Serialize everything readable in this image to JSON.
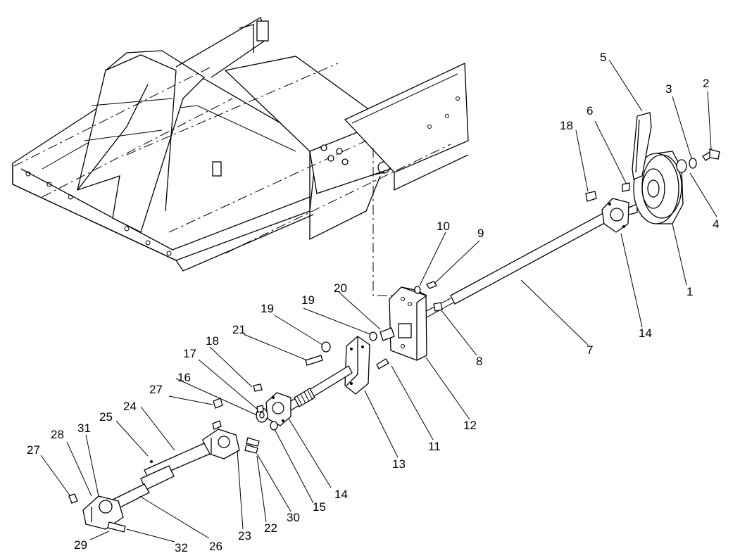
{
  "callouts": {
    "c1": "1",
    "c2": "2",
    "c3": "3",
    "c4": "4",
    "c5": "5",
    "c6": "6",
    "c7": "7",
    "c8": "8",
    "c9": "9",
    "c10": "10",
    "c11": "11",
    "c12": "12",
    "c13": "13",
    "c14a": "14",
    "c14b": "14",
    "c15": "15",
    "c16": "16",
    "c17": "17",
    "c18a": "18",
    "c18b": "18",
    "c19a": "19",
    "c19b": "19",
    "c20": "20",
    "c21": "21",
    "c22": "22",
    "c23": "23",
    "c24": "24",
    "c25": "25",
    "c26": "26",
    "c27a": "27",
    "c27b": "27",
    "c28": "28",
    "c29": "29",
    "c30": "30",
    "c31": "31",
    "c32": "32"
  }
}
